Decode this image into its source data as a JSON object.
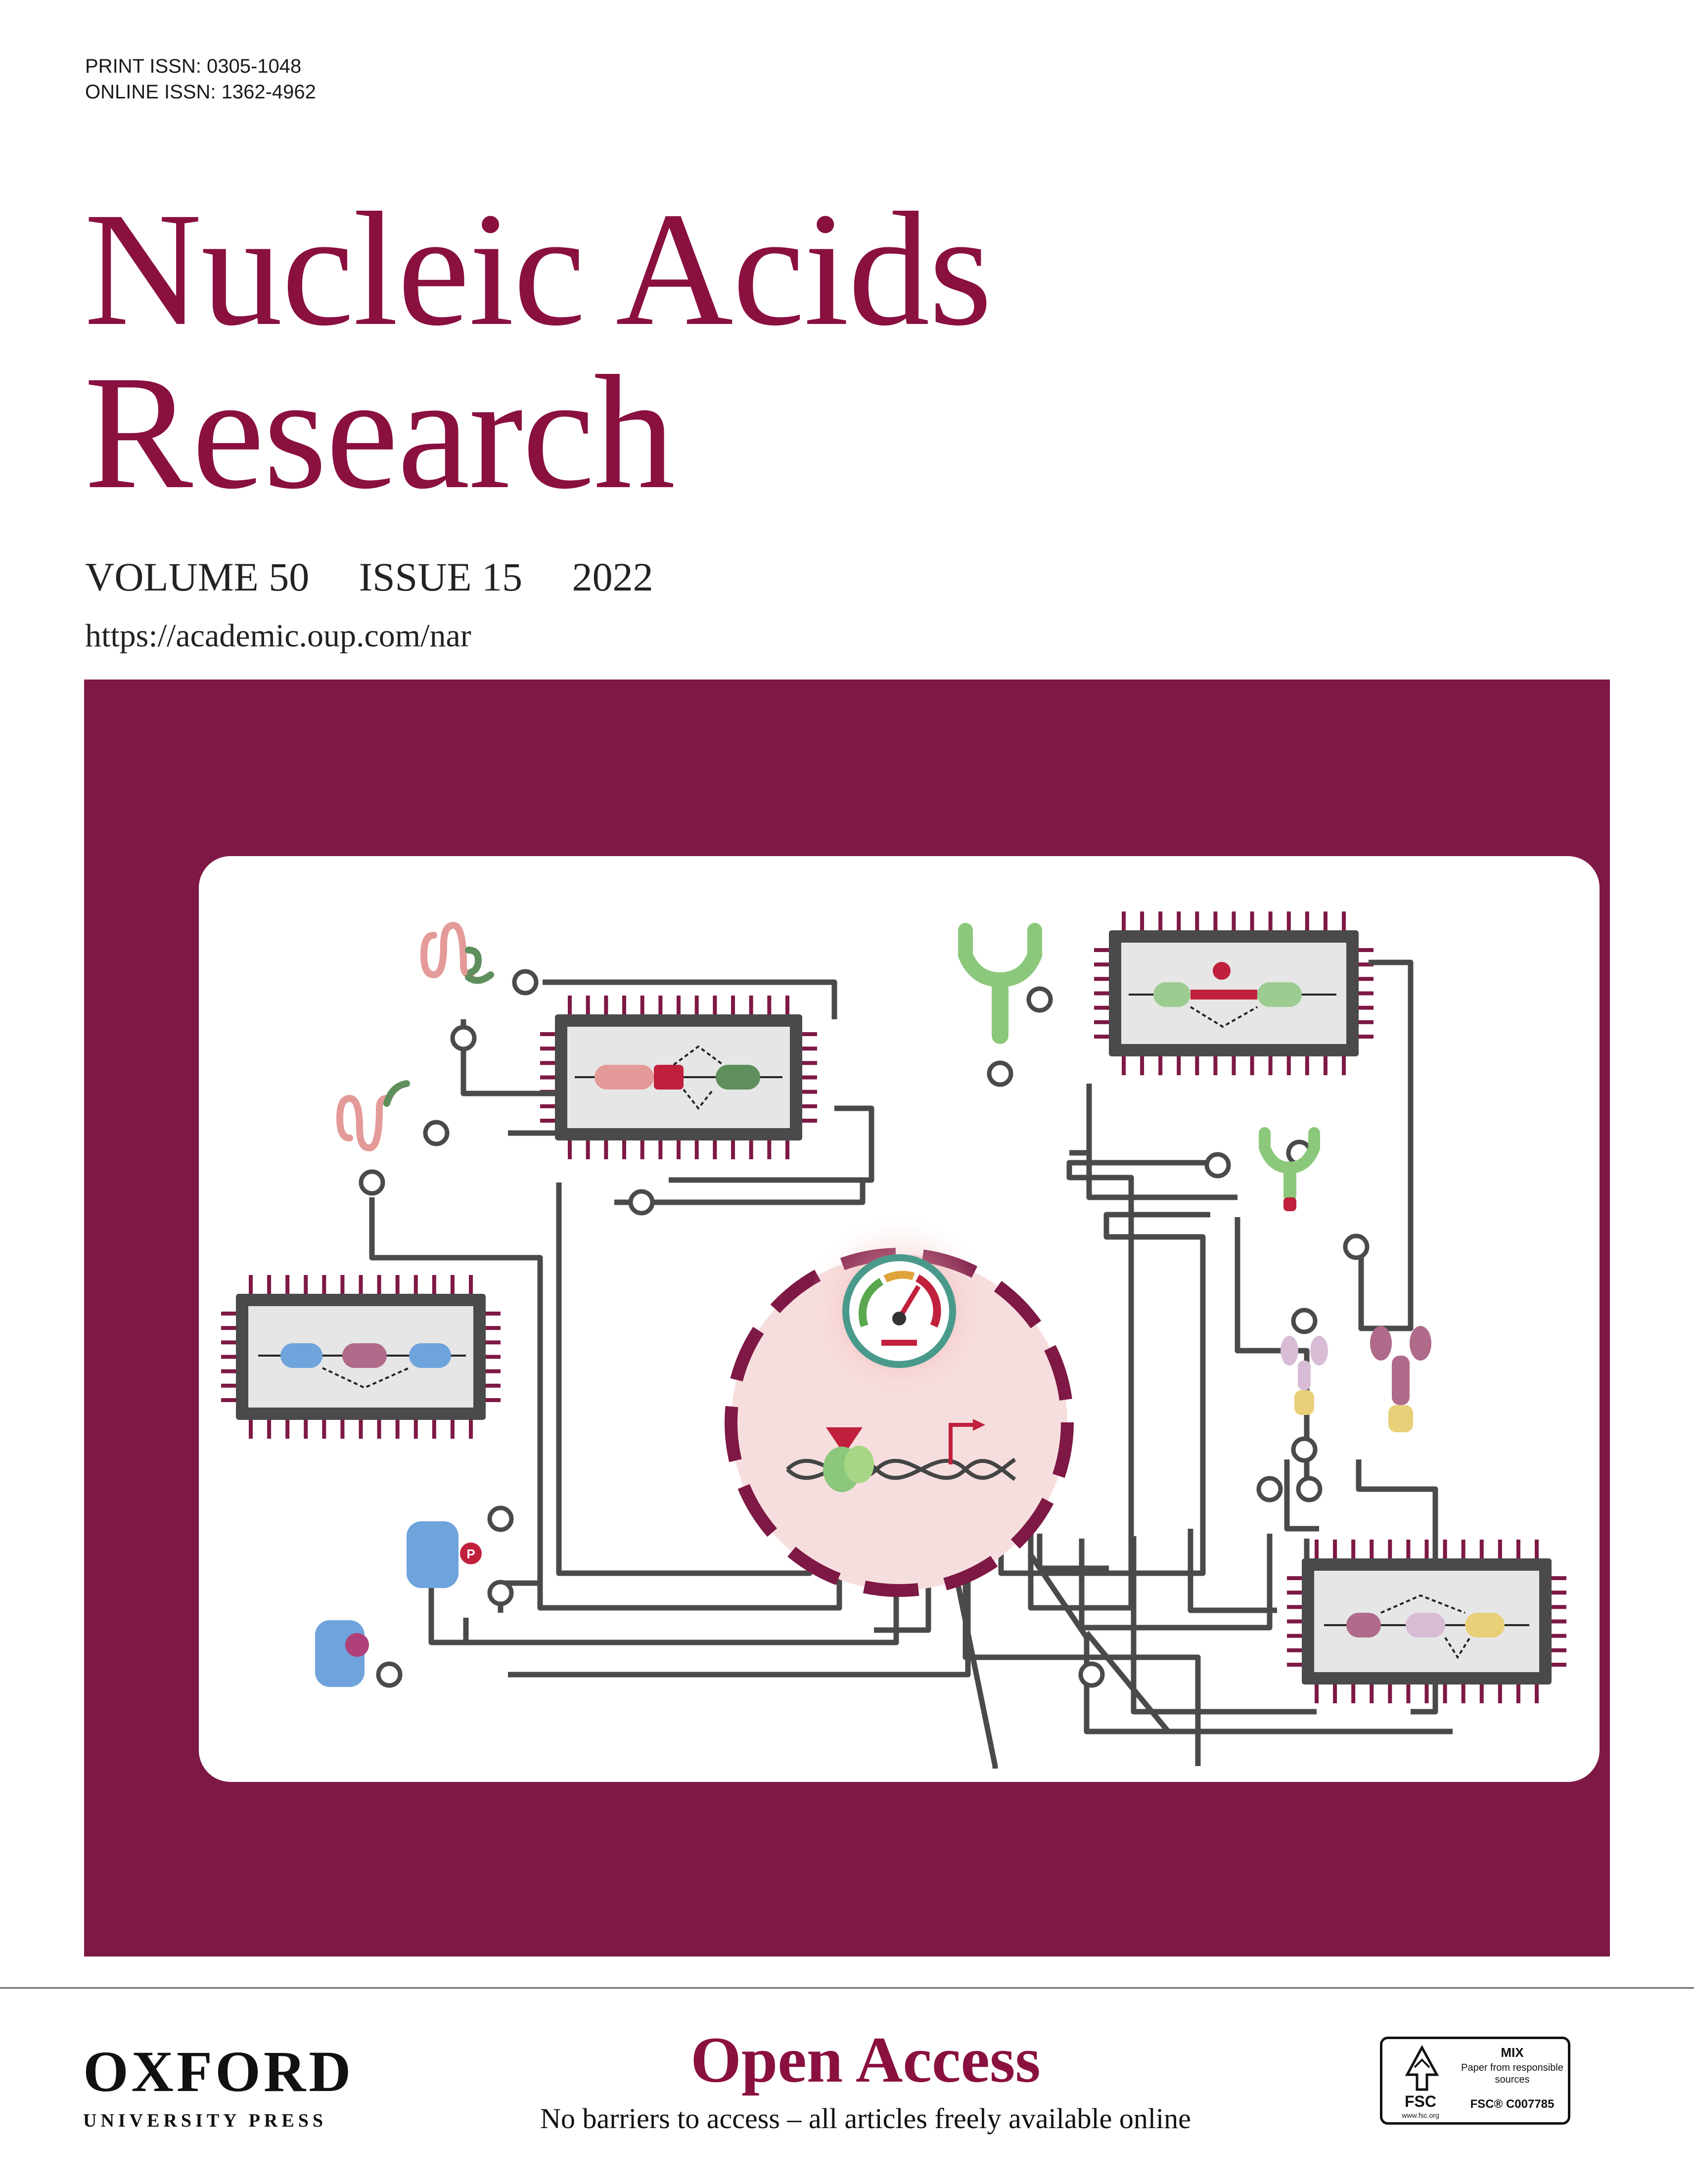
{
  "issn": {
    "print": "PRINT ISSN: 0305-1048",
    "online": "ONLINE ISSN: 1362-4962"
  },
  "journal": {
    "title_line1": "Nucleic Acids",
    "title_line2": "Research",
    "volume": "VOLUME 50",
    "issue": "ISSUE 15",
    "year": "2022",
    "url": "https://academic.oup.com/nar"
  },
  "colors": {
    "brand": "#8a1040",
    "band": "#7e1845"
  },
  "publisher": {
    "name": "OXFORD",
    "subname": "UNIVERSITY PRESS"
  },
  "open_access": {
    "heading": "Open Access",
    "tagline": "No barriers to access – all articles freely available online"
  },
  "fsc": {
    "mix": "MIX",
    "paper_from": "Paper from responsible sources",
    "label": "FSC",
    "website": "www.fsc.org",
    "code": "FSC® C007785"
  }
}
